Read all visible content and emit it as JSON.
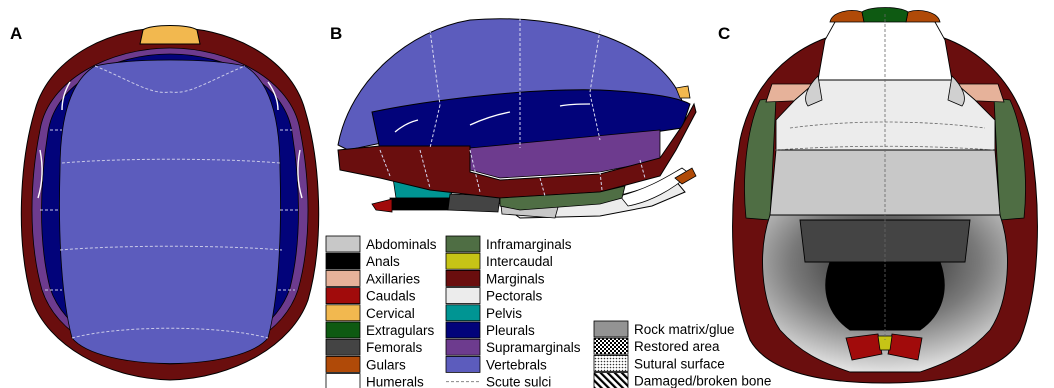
{
  "panels": {
    "a": "A",
    "b": "B",
    "c": "C"
  },
  "colors": {
    "abdominals": "#c8c8c8",
    "anals": "#000000",
    "axillaries": "#e6b29a",
    "caudals": "#a10b0b",
    "cervical": "#f2b84f",
    "extragulars": "#0e5a12",
    "femorals": "#444444",
    "gulars": "#b04a08",
    "humerals": "#ffffff",
    "inframarginals": "#4f6e44",
    "intercaudal": "#c6c416",
    "marginals": "#6a0e0e",
    "pectorals": "#ececec",
    "pelvis": "#009593",
    "pleurals": "#02037a",
    "supramarginals": "#6d3b8e",
    "vertebrals": "#5c5cbd",
    "rock": "#939393"
  },
  "legend": {
    "col1": [
      "Abdominals",
      "Anals",
      "Axillaries",
      "Caudals",
      "Cervical",
      "Extragulars",
      "Femorals",
      "Gulars",
      "Humerals"
    ],
    "col1_keys": [
      "abdominals",
      "anals",
      "axillaries",
      "caudals",
      "cervical",
      "extragulars",
      "femorals",
      "gulars",
      "humerals"
    ],
    "col2": [
      "Inframarginals",
      "Intercaudal",
      "Marginals",
      "Pectorals",
      "Pelvis",
      "Pleurals",
      "Supramarginals",
      "Vertebrals",
      "Scute sulci"
    ],
    "col2_keys": [
      "inframarginals",
      "intercaudal",
      "marginals",
      "pectorals",
      "pelvis",
      "pleurals",
      "supramarginals",
      "vertebrals",
      "sulci"
    ],
    "col3": [
      "Rock matrix/glue",
      "Restored area",
      "Sutural surface",
      "Damaged/broken bone"
    ],
    "col3_keys": [
      "rock",
      "restored",
      "sutural",
      "damaged"
    ]
  }
}
